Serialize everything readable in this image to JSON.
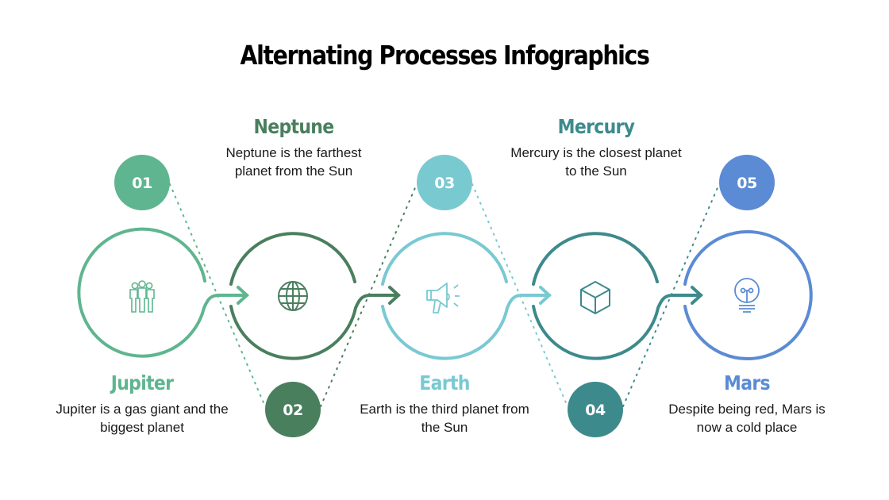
{
  "title": "Alternating Processes Infographics",
  "colors": {
    "jupiter": "#5fb58f",
    "neptune": "#4a7f5e",
    "earth": "#79c9d1",
    "mercury": "#3d8a8c",
    "mars": "#5b8bd4"
  },
  "steps": [
    {
      "number": "01",
      "name": "Jupiter",
      "description_line1": "Jupiter is a gas giant and the",
      "description_line2": "biggest planet",
      "icon": "people-group-icon",
      "color": "#5fb58f"
    },
    {
      "number": "02",
      "name": "Neptune",
      "description_line1": "Neptune is the farthest",
      "description_line2": "planet from the Sun",
      "icon": "globe-icon",
      "color": "#4a7f5e"
    },
    {
      "number": "03",
      "name": "Earth",
      "description_line1": "Earth is the third planet from",
      "description_line2": "the Sun",
      "icon": "megaphone-icon",
      "color": "#79c9d1"
    },
    {
      "number": "04",
      "name": "Mercury",
      "description_line1": "Mercury is the closest planet",
      "description_line2": "to the Sun",
      "icon": "cube-icon",
      "color": "#3d8a8c"
    },
    {
      "number": "05",
      "name": "Mars",
      "description_line1": "Despite being red, Mars is",
      "description_line2": "now a cold place",
      "icon": "lightbulb-icon",
      "color": "#5b8bd4"
    }
  ]
}
